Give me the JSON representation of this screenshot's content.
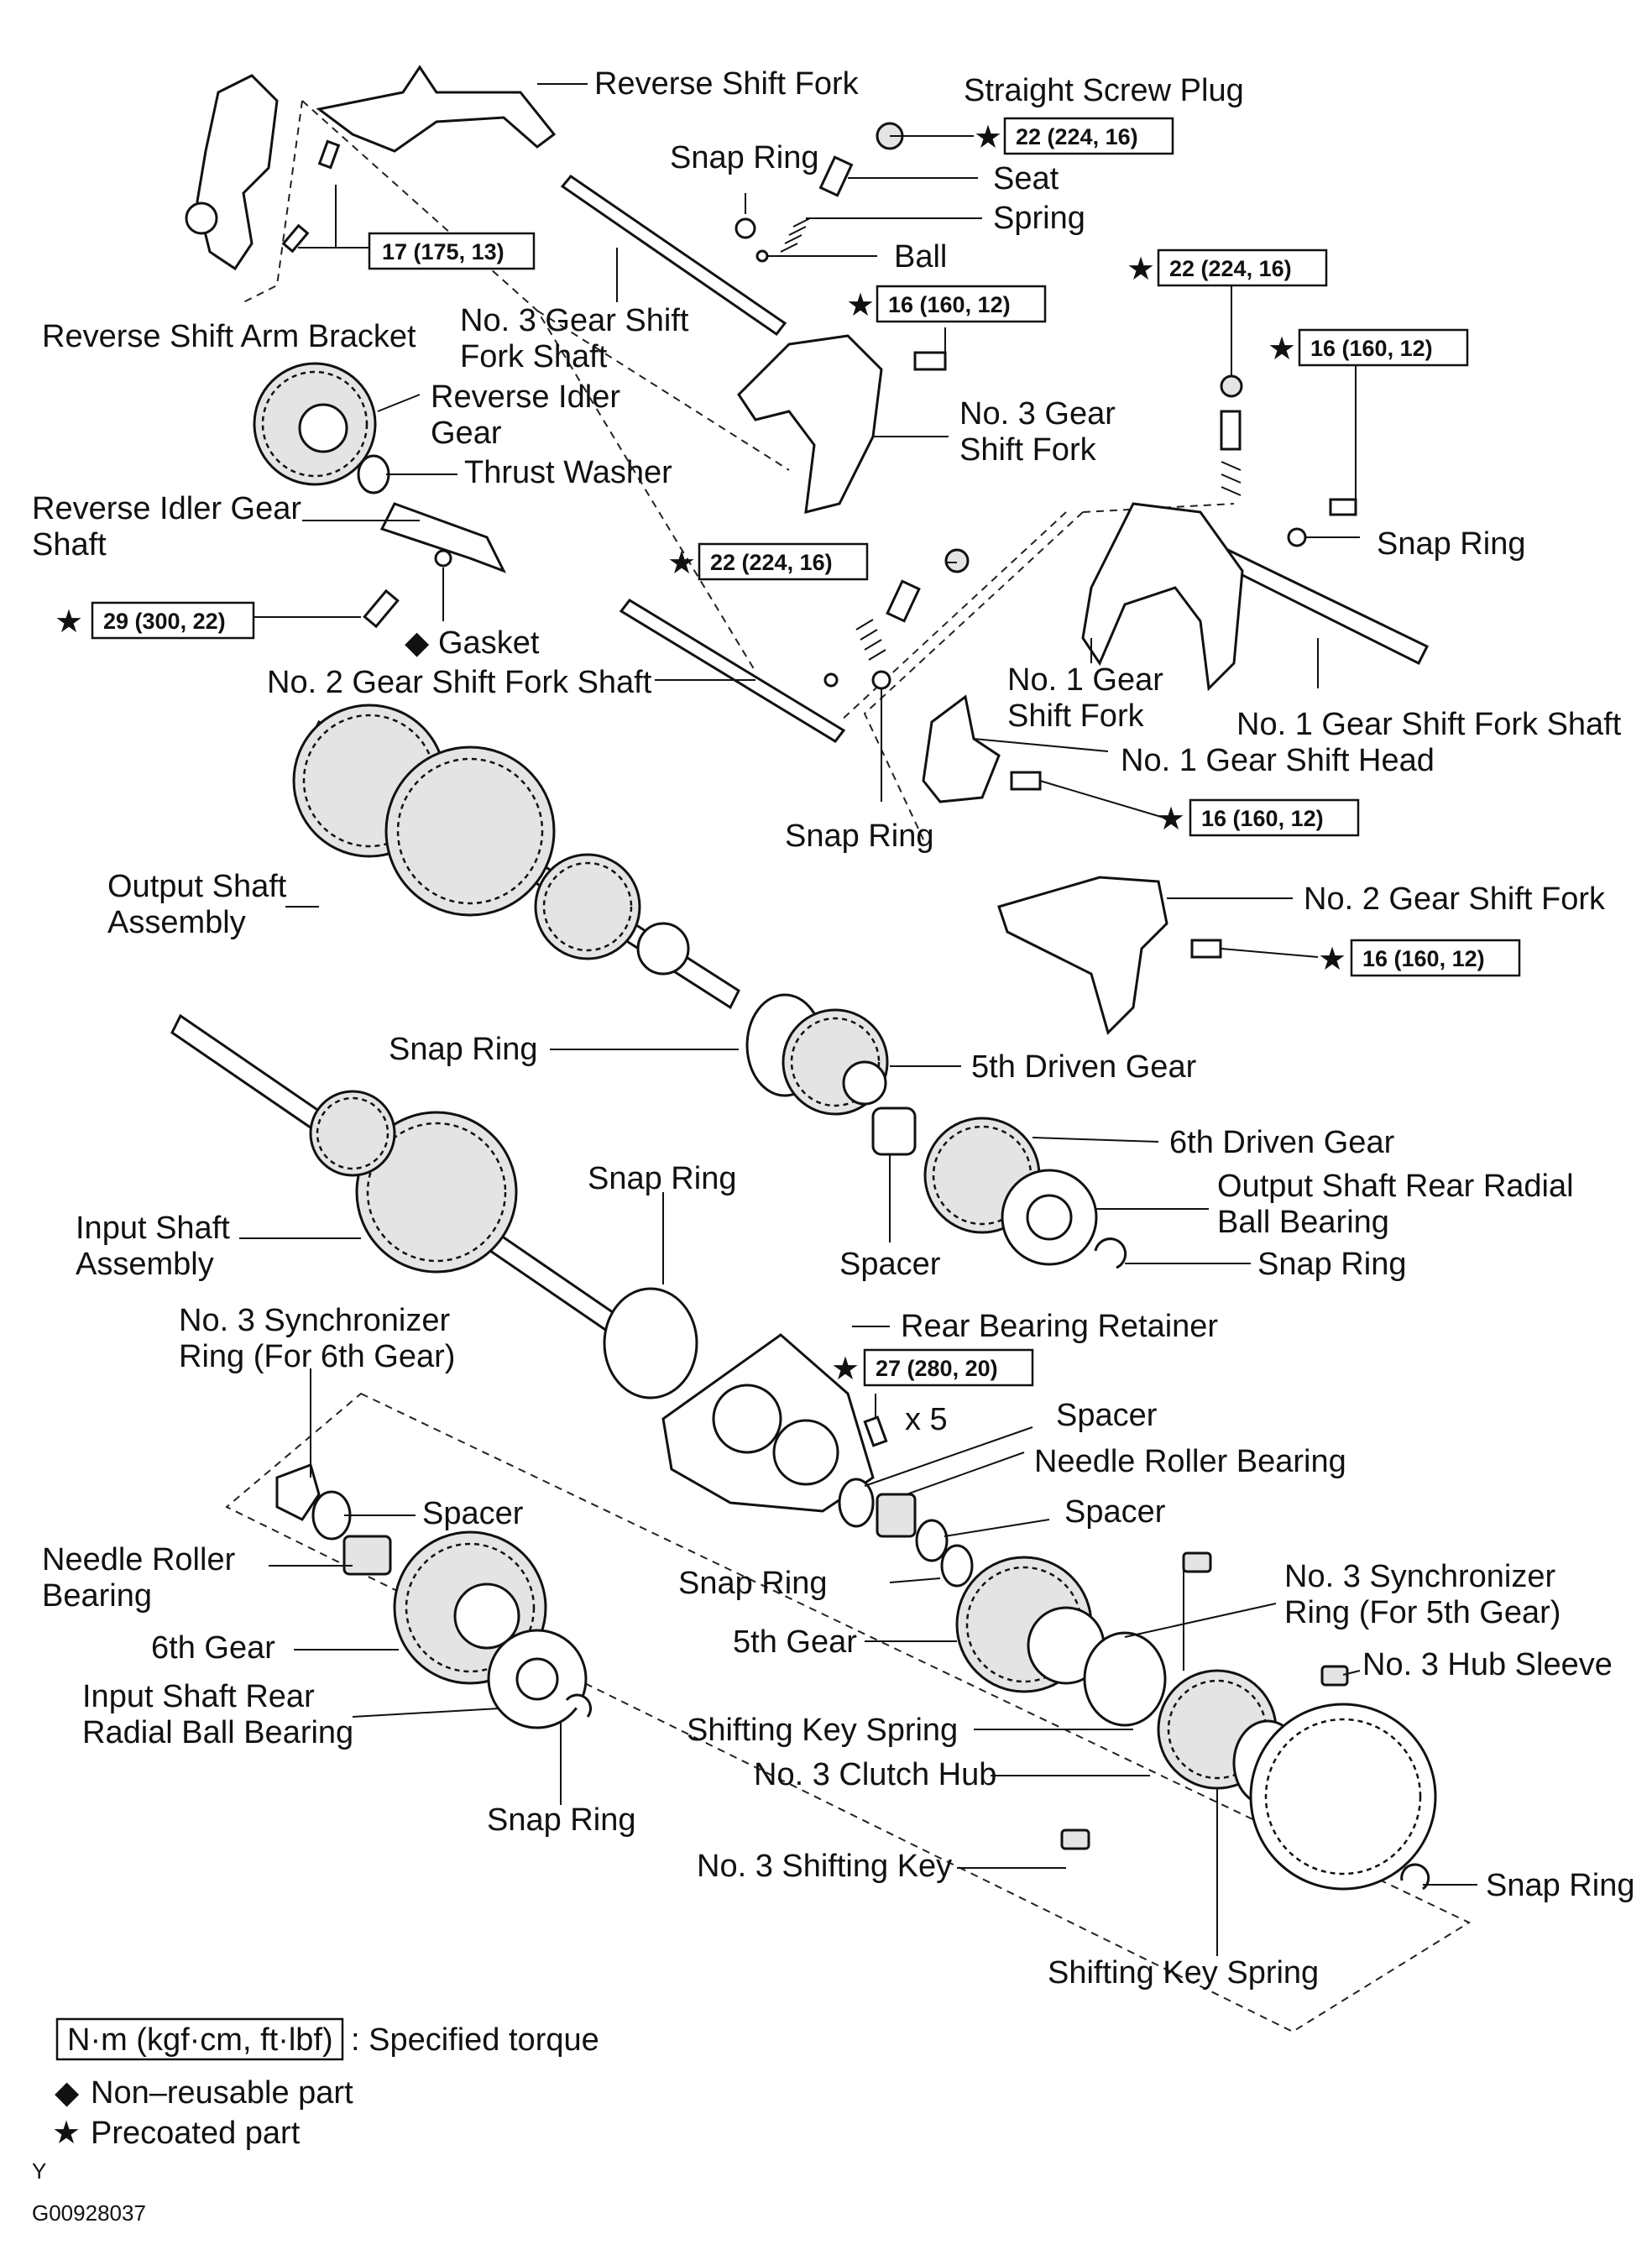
{
  "labels": {
    "reverse_shift_fork": "Reverse Shift Fork",
    "straight_screw_plug": "Straight Screw Plug",
    "snap_ring": "Snap Ring",
    "seat": "Seat",
    "spring": "Spring",
    "ball": "Ball",
    "reverse_shift_arm_bracket": "Reverse Shift Arm Bracket",
    "no3_gear_shift_fork_shaft_l1": "No. 3 Gear Shift",
    "no3_gear_shift_fork_shaft_l2": "Fork Shaft",
    "reverse_idler_gear_l1": "Reverse Idler",
    "reverse_idler_gear_l2": "Gear",
    "no3_gear_shift_fork_l1": "No. 3 Gear",
    "no3_gear_shift_fork_l2": "Shift Fork",
    "thrust_washer": "Thrust Washer",
    "reverse_idler_gear_shaft_l1": "Reverse Idler Gear",
    "reverse_idler_gear_shaft_l2": "Shaft",
    "gasket": "Gasket",
    "no2_gear_shift_fork_shaft": "No. 2 Gear Shift Fork Shaft",
    "no1_gear_shift_fork_l1": "No. 1 Gear",
    "no1_gear_shift_fork_l2": "Shift Fork",
    "no1_gear_shift_fork_shaft": "No. 1 Gear Shift Fork Shaft",
    "no1_gear_shift_head": "No. 1 Gear Shift Head",
    "output_shaft_assembly_l1": "Output Shaft",
    "output_shaft_assembly_l2": "Assembly",
    "no2_gear_shift_fork": "No. 2 Gear Shift Fork",
    "fifth_driven_gear": "5th Driven Gear",
    "sixth_driven_gear": "6th Driven Gear",
    "output_shaft_rear_radial_ball_bearing_l1": "Output Shaft Rear Radial",
    "output_shaft_rear_radial_ball_bearing_l2": "Ball Bearing",
    "input_shaft_assembly_l1": "Input Shaft",
    "input_shaft_assembly_l2": "Assembly",
    "spacer": "Spacer",
    "rear_bearing_retainer": "Rear Bearing Retainer",
    "no3_synchronizer_ring_6th_l1": "No. 3 Synchronizer",
    "no3_synchronizer_ring_6th_l2": "Ring (For 6th Gear)",
    "times_five": "x 5",
    "needle_roller_bearing": "Needle Roller Bearing",
    "needle_roller_bearing_l1": "Needle Roller",
    "needle_roller_bearing_l2": "Bearing",
    "sixth_gear": "6th Gear",
    "fifth_gear": "5th Gear",
    "no3_synchronizer_ring_5th_l1": "No. 3 Synchronizer",
    "no3_synchronizer_ring_5th_l2": "Ring (For 5th Gear)",
    "no3_hub_sleeve": "No. 3 Hub Sleeve",
    "input_shaft_rear_radial_ball_bearing_l1": "Input Shaft Rear",
    "input_shaft_rear_radial_ball_bearing_l2": "Radial Ball Bearing",
    "shifting_key_spring": "Shifting Key Spring",
    "no3_clutch_hub": "No. 3 Clutch Hub",
    "no3_shifting_key": "No. 3 Shifting Key"
  },
  "torques": {
    "plug_top": "22 (224, 16)",
    "bracket_bolt": "17 (175, 13)",
    "fork3_bolt": "16 (160, 12)",
    "plug_right": "22 (224, 16)",
    "fork1_bolt": "16 (160, 12)",
    "plug_mid": "22 (224, 16)",
    "idler_bolt": "29 (300, 22)",
    "head1_bolt": "16 (160, 12)",
    "fork2_bolt": "16 (160, 12)",
    "retainer_bolt": "27 (280, 20)"
  },
  "symbols": {
    "star": "★",
    "diamond": "◆"
  },
  "legend": {
    "unit": "N·m (kgf·cm, ft·lbf)",
    "unit_desc": ": Specified torque",
    "nonreusable": "Non–reusable part",
    "precoated": "Precoated part"
  },
  "codes": {
    "y": "Y",
    "figure": "G00928037"
  }
}
